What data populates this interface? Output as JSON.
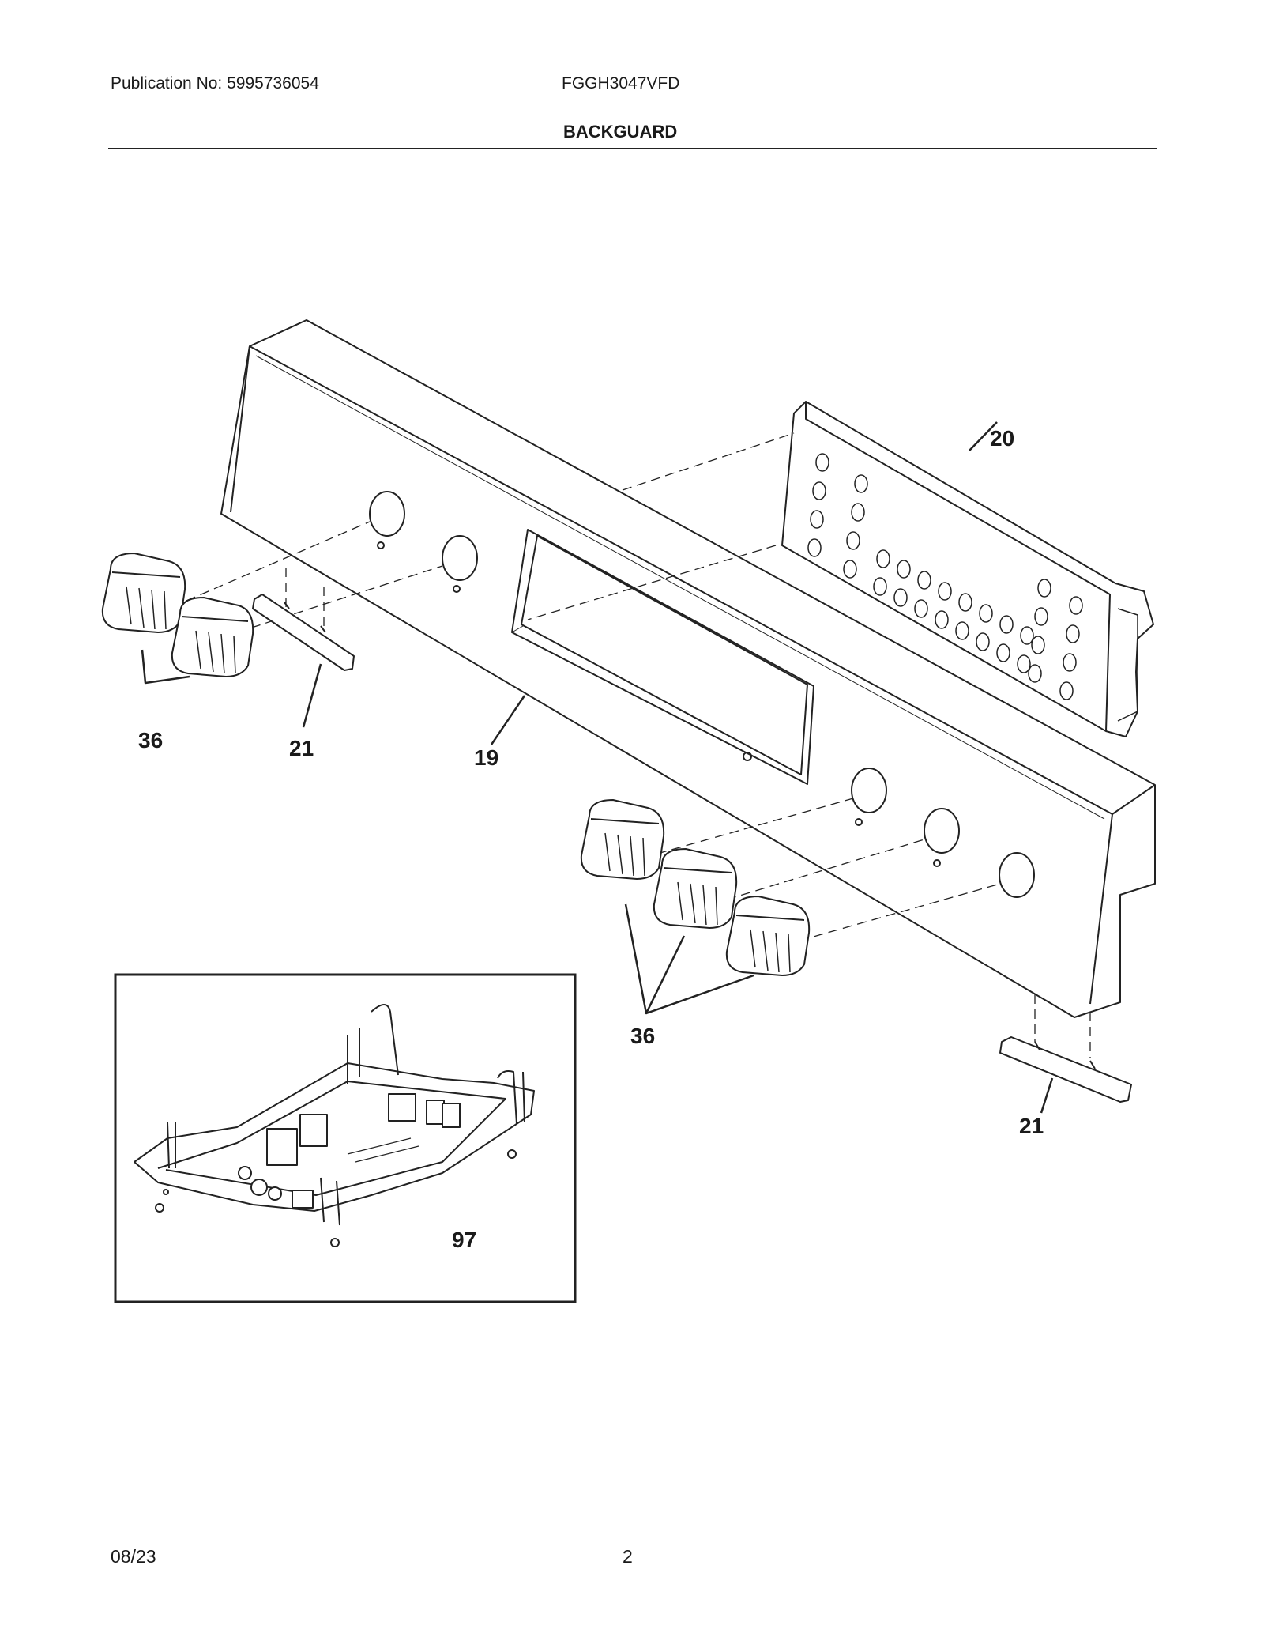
{
  "header": {
    "publication": "Publication No: 5995736054",
    "model": "FGGH3047VFD",
    "title": "BACKGUARD"
  },
  "footer": {
    "date": "08/23",
    "page": "2"
  },
  "callouts": {
    "c20": "20",
    "c36_left": "36",
    "c21_left": "21",
    "c19": "19",
    "c36_right": "36",
    "c21_right": "21",
    "c97": "97"
  }
}
